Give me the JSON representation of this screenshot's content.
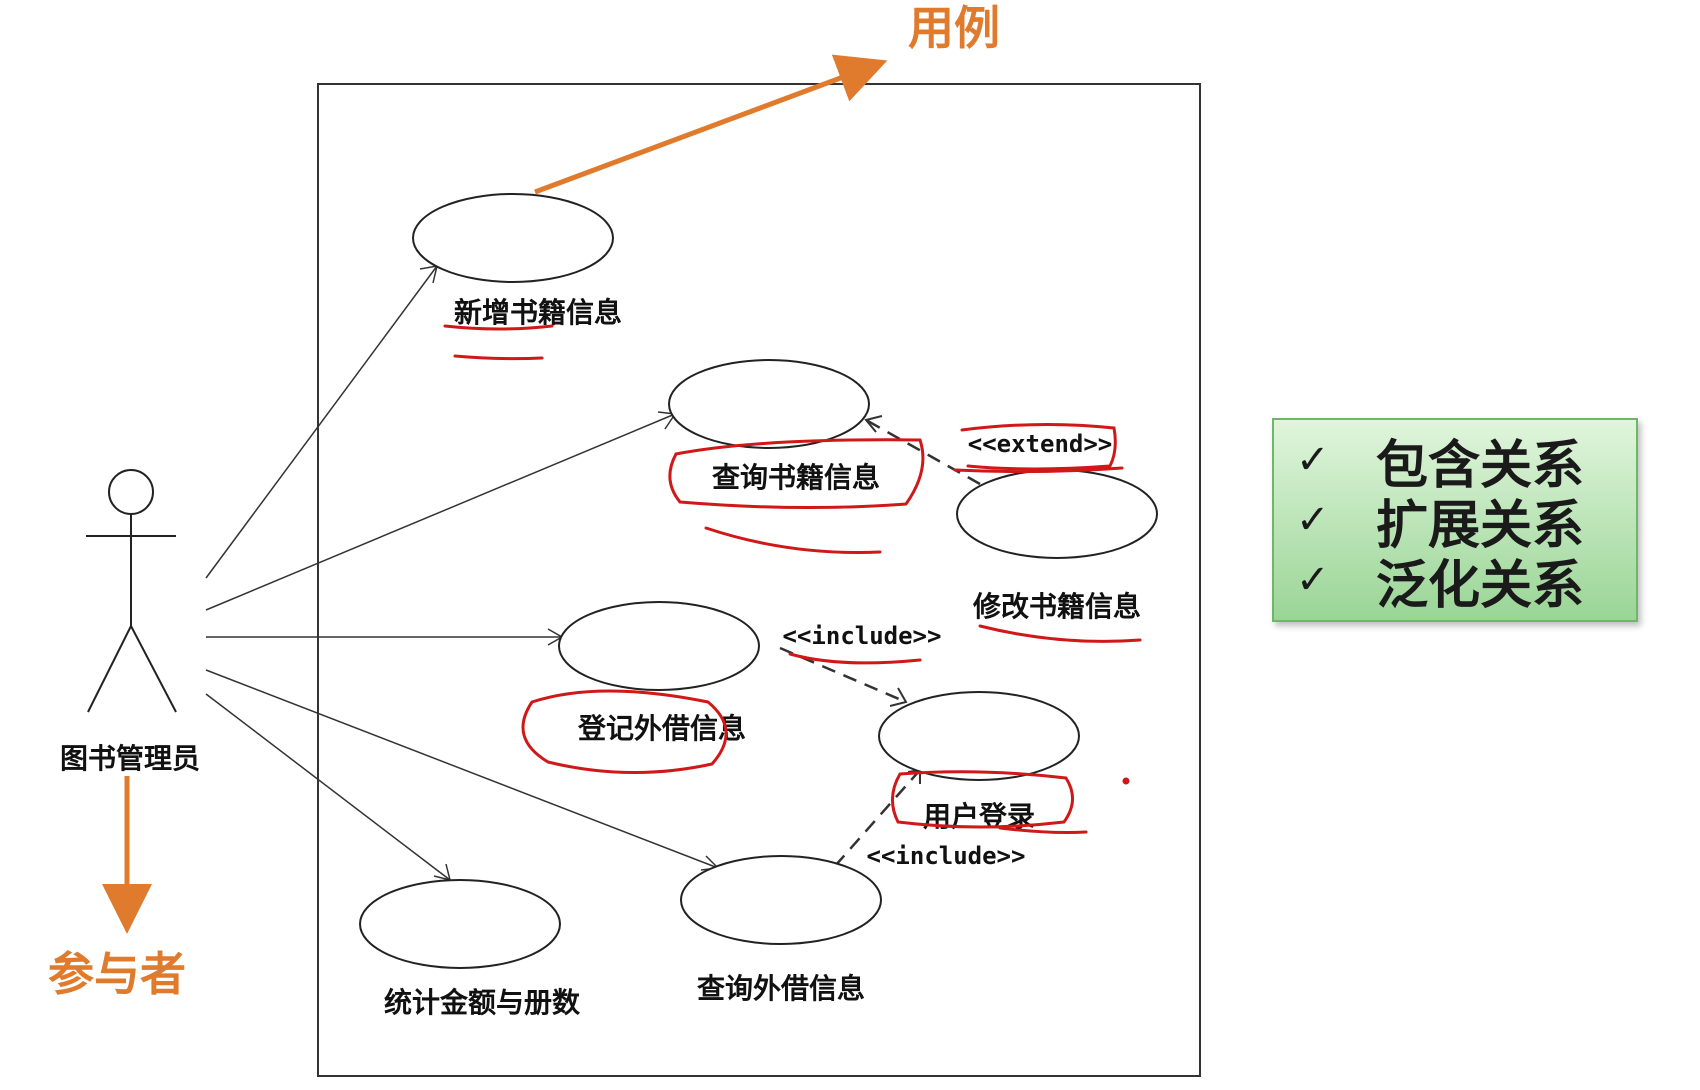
{
  "annotations": {
    "usecase_label": "用例",
    "actor_label": "参与者",
    "annotation_color": "#e07b2e",
    "highlight_color": "#d01818"
  },
  "actor": {
    "name": "图书管理员"
  },
  "usecases": [
    {
      "id": "add",
      "label": "新增书籍信息"
    },
    {
      "id": "query_books",
      "label": "查询书籍信息"
    },
    {
      "id": "modify",
      "label": "修改书籍信息"
    },
    {
      "id": "register_loan",
      "label": "登记外借信息"
    },
    {
      "id": "login",
      "label": "用户登录"
    },
    {
      "id": "query_loan",
      "label": "查询外借信息"
    },
    {
      "id": "stats",
      "label": "统计金额与册数"
    }
  ],
  "stereotypes": {
    "extend": "<<extend>>",
    "include_1": "<<include>>",
    "include_2": "<<include>>"
  },
  "legend": {
    "check_icon": "check-icon",
    "items": [
      "包含关系",
      "扩展关系",
      "泛化关系"
    ],
    "background": "#b7e3b2"
  }
}
